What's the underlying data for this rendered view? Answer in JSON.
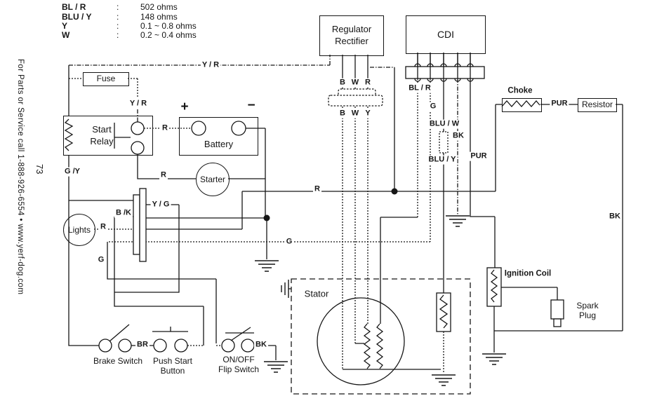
{
  "meta": {
    "ink": "#161616",
    "bg": "#ffffff"
  },
  "sidebar": {
    "service_text": "For Parts or Service call 1-888-926-6554  •  www.yerf-dog.com",
    "page_number": "73"
  },
  "legend": {
    "colon": ":",
    "rows": [
      {
        "code": "BL / R",
        "value": "502 ohms"
      },
      {
        "code": "BLU / Y",
        "value": "148 ohms"
      },
      {
        "code": "Y",
        "value": "0.1 ~ 0.8 ohms"
      },
      {
        "code": "W",
        "value": "0.2 ~ 0.4 ohms"
      }
    ]
  },
  "components": {
    "fuse": "Fuse",
    "start_relay": "Start\nRelay",
    "battery": "Battery",
    "battery_plus": "+",
    "battery_minus": "−",
    "starter": "Starter",
    "lights": "Lights",
    "regulator_rectifier": "Regulator\nRectifier",
    "cdi": "CDI",
    "choke": "Choke",
    "resistor": "Resistor",
    "ignition_coil": "Ignition Coil",
    "spark_plug": "Spark\nPlug",
    "stator": "Stator",
    "brake_switch": "Brake Switch",
    "push_start_button": "Push Start\nButton",
    "flip_switch": "ON/OFF\nFlip Switch"
  },
  "wire_labels": {
    "yr_top": "Y / R",
    "yr_fuse": "Y / R",
    "r_relay": "R",
    "gy": "G /Y",
    "r_starter": "R",
    "yg": "Y / G",
    "bk_key": "B /K",
    "r_lights": "R",
    "g_left": "G",
    "g_mid": "G",
    "r_mid": "R",
    "b_top": "B",
    "w_top": "W",
    "r_top": "R",
    "b_bot": "B",
    "w_bot": "W",
    "y_bot": "Y",
    "bl_r": "BL / R",
    "g_cdi": "G",
    "blu_w": "BLU / W",
    "blu_y": "BLU / Y",
    "bk_cdi": "BK",
    "pur_cdi": "PUR",
    "pur_choke": "PUR",
    "bk_right": "BK",
    "br": "BR",
    "bk_flip": "BK"
  }
}
